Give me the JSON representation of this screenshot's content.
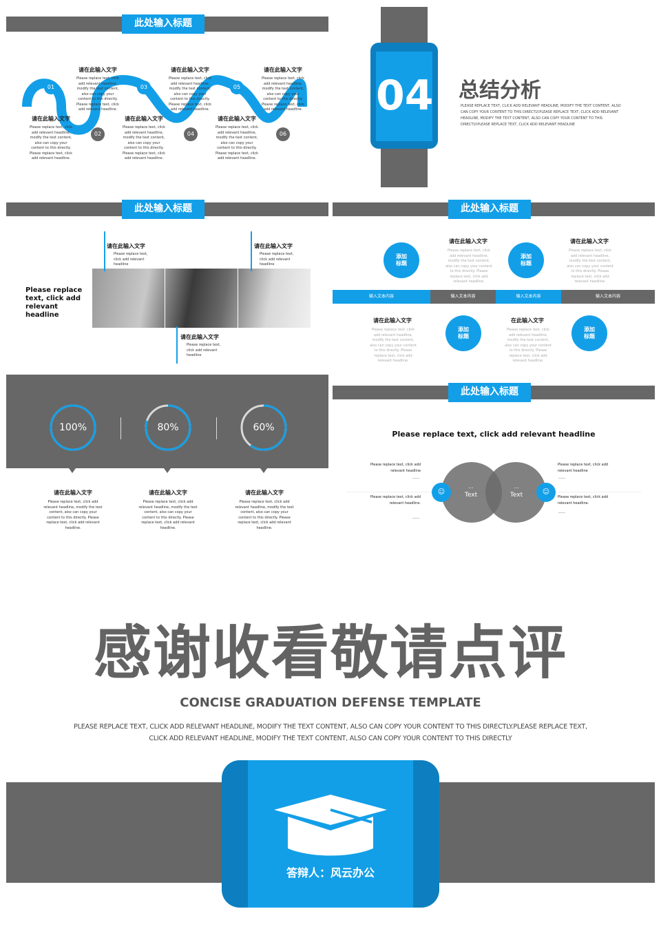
{
  "common": {
    "title_tab": "此处输入标题",
    "heading": "请在此输入文字"
  },
  "slide1": {
    "nodes": [
      "01",
      "02",
      "03",
      "04",
      "05",
      "06"
    ],
    "body_long": "Please replace text, click add relevant headline, modify the text content, also can copy your content to this directly. Please replace text, click add relevant headline.",
    "body_long_b": "Please replace text, click add relevant headline, modify the text content, also can copy your content to this directly. Please replace text, click add relevant headline."
  },
  "slide2": {
    "number": "04",
    "title": "总结分析",
    "body": "PLEASE REPLACE TEXT, CLICK ADD RELEVANT HEADLINE, MODIFY THE TEXT CONTENT, ALSO CAN COPY YOUR CONTENT TO THIS DIRECTLY.PLEASE REPLACE TEXT, CLICK ADD RELEVANT HEADLINE, MODIFY THE TEXT CONTENT, ALSO CAN COPY YOUR CONTENT TO THIS DIRECTLY.PLEASE REPLACE TEXT, CLICK ADD RELEVANT HEADLINE"
  },
  "slide3": {
    "headline": "Please replace text, click add relevant headline",
    "body_short": "Please replace text, click add relevant headline"
  },
  "slide4": {
    "circle_label": "添加\n标题",
    "heading_alt": "在此输入文字",
    "bar_segments": [
      "输入文本内容",
      "输入文本内容",
      "输入文本内容",
      "输入文本内容"
    ],
    "body": "Please replace text, click add relevant headline, modify the text content, also can copy your content to this directly. Please replace text, click add relevant headline."
  },
  "slide5": {
    "rings": [
      {
        "label": "100%",
        "value": 100
      },
      {
        "label": "80%",
        "value": 80
      },
      {
        "label": "60%",
        "value": 60
      }
    ],
    "body": "Please replace text, click add relevant headline, modify the text content, also can copy your content to this directly. Please replace text, click add relevant headline."
  },
  "slide6": {
    "headline": "Please replace text, click add relevant headline",
    "venn_dots": "...",
    "venn_label": "Text",
    "side_text": "Please replace text, click add relevant headline",
    "side_text_b": "Please replace text, click add relevant headline."
  },
  "ending": {
    "big_title": "感谢收看敬请点评",
    "subtitle": "CONCISE GRADUATION DEFENSE TEMPLATE",
    "body_line1": "PLEASE REPLACE TEXT, CLICK ADD RELEVANT HEADLINE, MODIFY THE TEXT CONTENT, ALSO CAN COPY YOUR CONTENT TO THIS DIRECTLY.PLEASE REPLACE TEXT,",
    "body_line2": "CLICK ADD RELEVANT HEADLINE, MODIFY THE TEXT CONTENT, ALSO CAN COPY YOUR CONTENT TO THIS DIRECTLY",
    "presenter": "答辩人：风云办公",
    "icon": "graduation-cap-icon"
  },
  "colors": {
    "accent": "#139fe8",
    "grey": "#676767",
    "text": "#222222"
  }
}
